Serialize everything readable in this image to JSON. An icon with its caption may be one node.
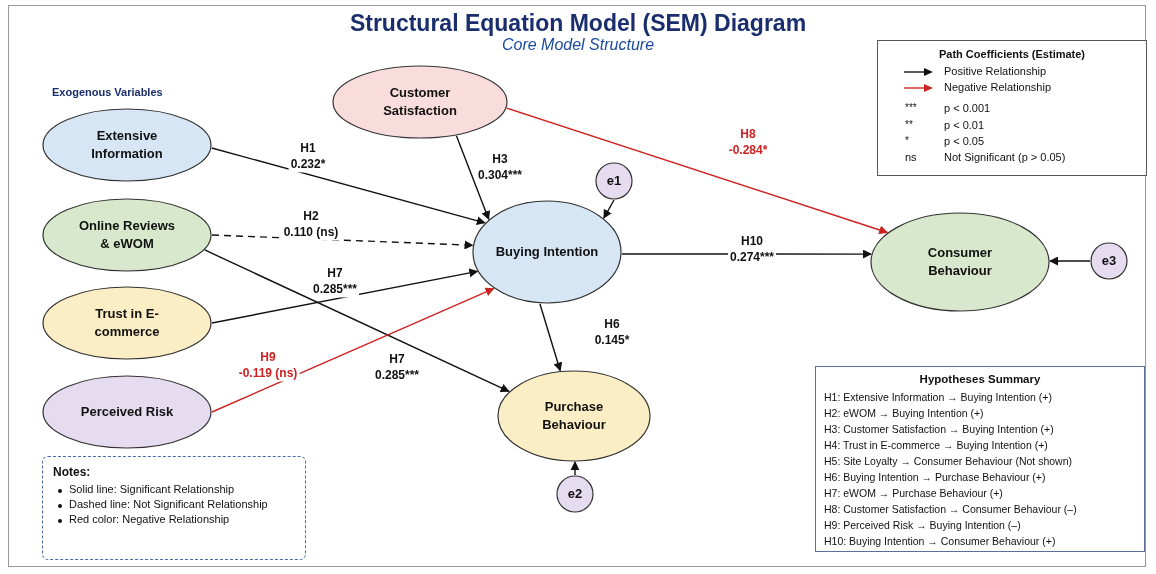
{
  "diagram": {
    "title": "Structural Equation Model (SEM) Diagram",
    "nodes": [
      {
        "text": [
          "Customer Satisfaction"
        ]
      },
      {
        "text": [
          "Extensive Information"
        ]
      },
      {
        "text": [
          "Online Reviews & eWOM"
        ]
      },
      {
        "text": [
          "Trust in E-commerce"
        ]
      },
      {
        "text": [
          "Perceived Risk"
        ]
      },
      {
        "text": [
          "Buying Intention"
        ]
      },
      {
        "text": [
          "e1"
        ]
      },
      {
        "text": [
          "Consumer Behaviour"
        ]
      },
      {
        "text": [
          "e3"
        ]
      },
      {
        "text": [
          "Purchase Behaviour"
        ]
      },
      {
        "text": [
          "e2"
        ]
      },
      {
        "text": [
          "Notes:",
          "Solid line: Significant Relationship",
          "Dashed line: Not Significant Relationship",
          "Red color: Negative Relationship"
        ]
      },
      {
        "text": [
          "Hypotheses Summary",
          "H1: Extensive Information → Buying Intention (+)",
          "H2: eWOM → Buying Intention (+)",
          "H3: Customer Satisfaction → Buying Intention (+)",
          "H4: Trust in E-commerce → Buying Intention (+)",
          "H5: Site Loyalty → Consumer Behaviour (Not shown)",
          "H6: Buying Intention → Purchase Behaviour (+)",
          "H7: eWOM → Purchase Behaviour (+)",
          "H8: Customer Satisfaction → Consumer Behaviour (–)",
          "H9: Perceived Risk → Buying Intention (–)",
          "H10: Buying Intention → Consumer Behaviour (+)"
        ]
      }
    ],
    "edges": [
      {
        "from": 1,
        "to": 5,
        "arrow": "to",
        "label": "H1 0.232*"
      },
      {
        "from": 2,
        "to": 5,
        "arrow": "to",
        "label": "H2 0.110 (ns)",
        "style": "dashed"
      },
      {
        "from": 0,
        "to": 5,
        "arrow": "to",
        "label": "H3 0.304***"
      },
      {
        "from": 3,
        "to": 5,
        "arrow": "to",
        "label": "H7 0.285***"
      },
      {
        "from": 2,
        "to": 9,
        "arrow": "to",
        "label": "H7 0.285***"
      },
      {
        "from": 4,
        "to": 5,
        "arrow": "to",
        "label": "H9 -0.119 (ns)",
        "color": "#cc2222"
      },
      {
        "from": 0,
        "to": 7,
        "arrow": "to",
        "label": "H8 -0.284*",
        "color": "#cc2222"
      },
      {
        "from": 5,
        "to": 7,
        "arrow": "to",
        "label": "H10 0.274***"
      },
      {
        "from": 5,
        "to": 9,
        "arrow": "to",
        "label": "H6 0.145*"
      },
      {
        "from": 6,
        "to": 5,
        "arrow": "to"
      },
      {
        "from": 8,
        "to": 7,
        "arrow": "to"
      },
      {
        "from": 10,
        "to": 9,
        "arrow": "to"
      }
    ],
    "labels": [
      "Core Model Structure",
      "Exogenous Variables",
      "Path Coefficients (Estimate)",
      "***",
      "p < 0.001",
      "**",
      "p < 0.01",
      "*",
      "p < 0.05",
      "ns",
      "Not Significant (p > 0.05)"
    ],
    "legend": [
      {
        "text": "Positive Relationship",
        "color": "#111111"
      },
      {
        "text": "Negative Relationship",
        "color": "#cc2222"
      }
    ]
  }
}
